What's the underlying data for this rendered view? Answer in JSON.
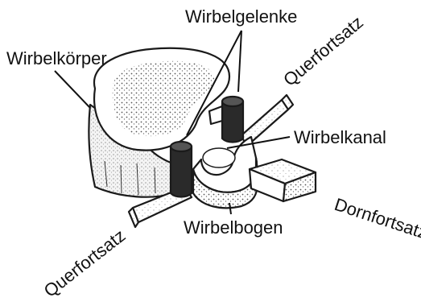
{
  "labels": {
    "vertebral_body": "Wirbelkörper",
    "facet_joints": "Wirbelgelenke",
    "transverse_process_upper": "Querfortsatz",
    "spinal_canal": "Wirbelkanal",
    "spinous_process": "Dornfortsatz",
    "vertebral_arch": "Wirbelbogen",
    "transverse_process_lower": "Querfortsatz"
  }
}
